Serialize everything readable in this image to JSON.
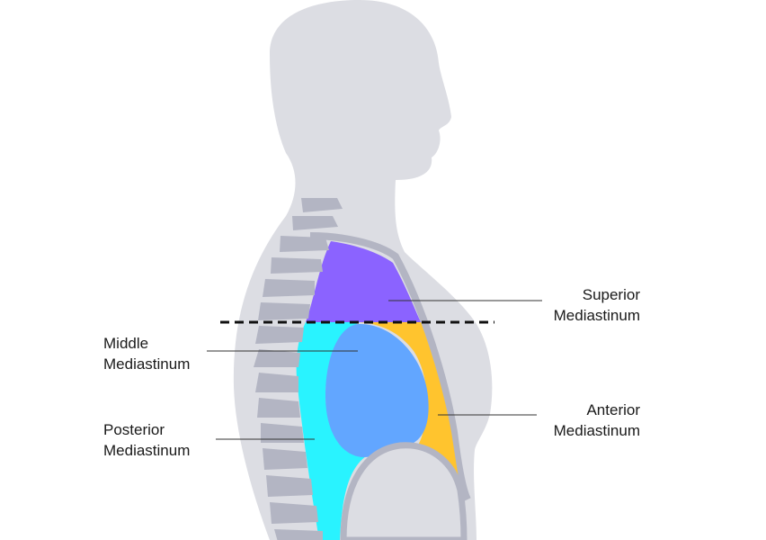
{
  "labels": {
    "superior": {
      "line1": "Superior",
      "line2": "Mediastinum"
    },
    "middle": {
      "line1": "Middle",
      "line2": "Mediastinum"
    },
    "posterior": {
      "line1": "Posterior",
      "line2": "Mediastinum"
    },
    "anterior": {
      "line1": "Anterior",
      "line2": "Mediastinum"
    }
  },
  "colors": {
    "body": "#dcdde3",
    "spine": "#b3b5c3",
    "superior": "#8b63ff",
    "middle": "#62a6ff",
    "posterior": "#29f3ff",
    "anterior": "#ffc42e",
    "heart_outline": "#b3b5c3"
  }
}
